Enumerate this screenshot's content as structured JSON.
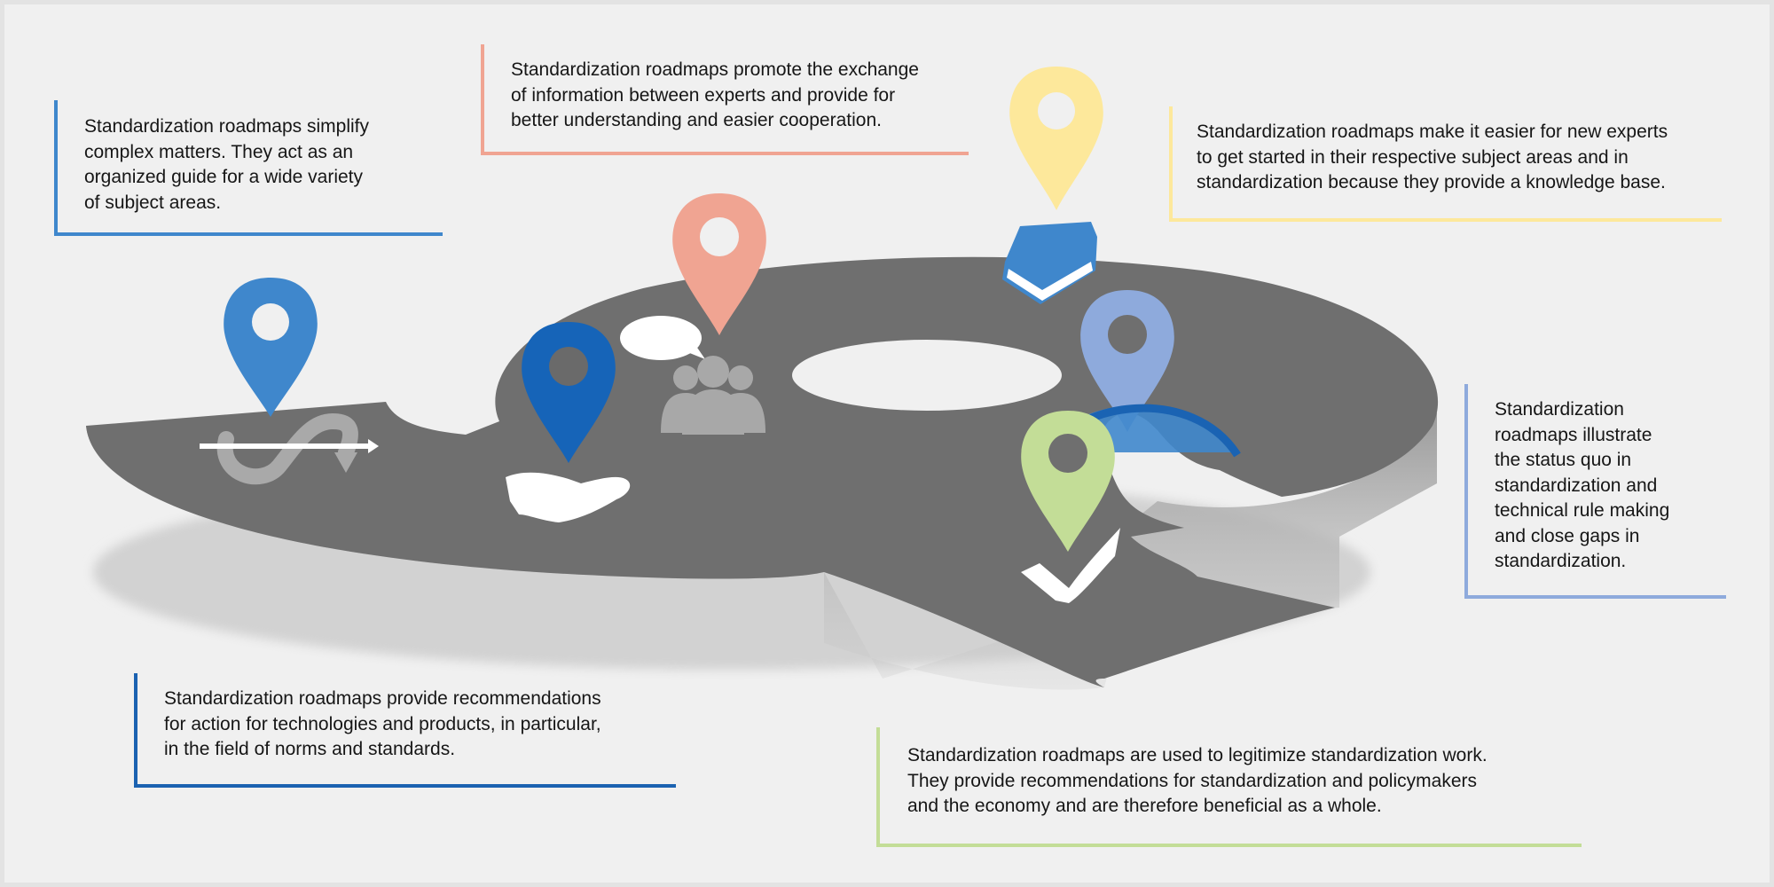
{
  "colors": {
    "blue": "#3f87cc",
    "salmon": "#f0a492",
    "yellow": "#fde89b",
    "light_blue": "#8eaadc",
    "dark_blue": "#1b62b1",
    "green": "#c3dd97",
    "road_top": "#6e6e6e",
    "road_side": "#8d8d8d",
    "icon_grey": "#a8a8a8"
  },
  "callouts": [
    {
      "id": "simplify",
      "color": "blue",
      "text": "Standardization roadmaps simplify\ncomplex matters. They act as an\norganized guide for a wide variety\nof subject areas."
    },
    {
      "id": "exchange",
      "color": "salmon",
      "text": "Standardization roadmaps promote the exchange\nof information between experts and provide for\nbetter understanding and easier cooperation."
    },
    {
      "id": "knowledge",
      "color": "yellow",
      "text": "Standardization roadmaps make it easier for new experts\n to get started in their respective subject areas and in\nstandardization because they provide a knowledge base."
    },
    {
      "id": "status-quo",
      "color": "light_blue",
      "text": "Standardization\nroadmaps illustrate\nthe status quo in\nstandardization and\ntechnical rule making\nand close gaps in\nstandardization."
    },
    {
      "id": "recommendations",
      "color": "dark_blue",
      "text": "Standardization roadmaps provide recommendations\nfor action for technologies and products, in particular,\nin the field of norms and standards."
    },
    {
      "id": "legitimize",
      "color": "green",
      "text": "Standardization roadmaps are used to legitimize standardization work.\nThey provide recommendations for standardization and policymakers\nand the economy and are therefore beneficial as a whole."
    }
  ],
  "markers": [
    {
      "id": "simplify",
      "color": "blue",
      "icon": "process-arrows-icon"
    },
    {
      "id": "recommendations",
      "color": "dark_blue",
      "icon": "helping-hand-icon"
    },
    {
      "id": "exchange",
      "color": "salmon",
      "icon": "discussion-group-icon"
    },
    {
      "id": "knowledge",
      "color": "yellow",
      "icon": "book-icon"
    },
    {
      "id": "status-quo",
      "color": "light_blue",
      "icon": "bridge-icon"
    },
    {
      "id": "legitimize",
      "color": "green",
      "icon": "checkmark-icon"
    }
  ]
}
